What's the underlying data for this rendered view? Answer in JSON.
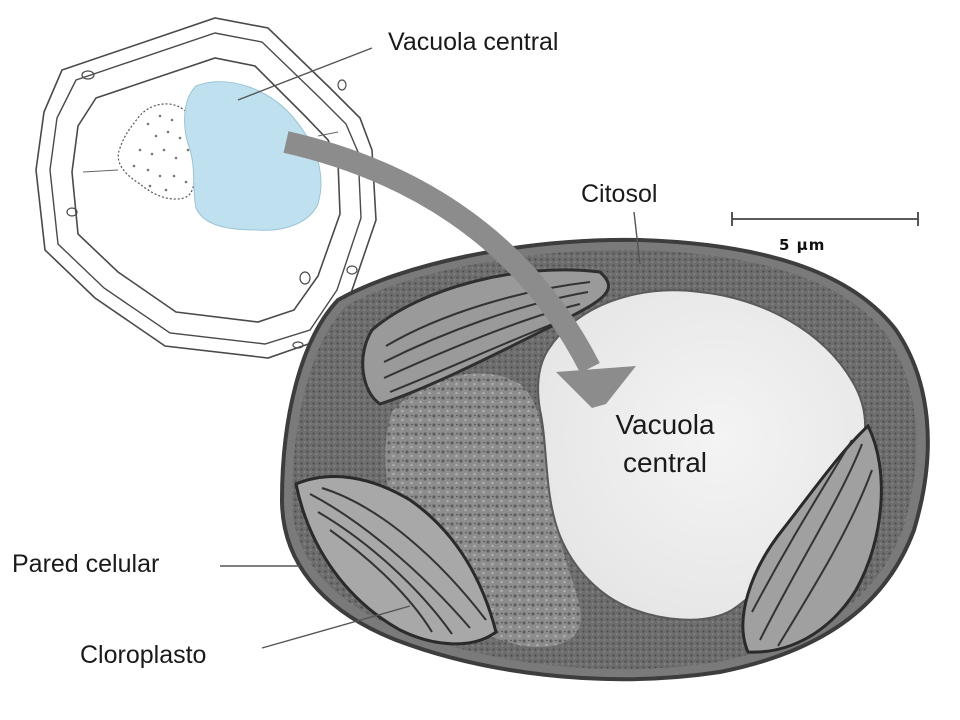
{
  "labels": {
    "vacuola_central_top": "Vacuola central",
    "citosol": "Citosol",
    "vacuola_central_inner_line1": "Vacuola",
    "vacuola_central_inner_line2": "central",
    "pared_celular": "Pared celular",
    "cloroplasto": "Cloroplasto"
  },
  "scale_bar": {
    "label": "5 µm"
  },
  "colors": {
    "vacuole_fill": "#bfe1ef",
    "arrow": "#8c8c8c",
    "micrograph_dark": "#5a5a5a",
    "micrograph_light": "#ededed",
    "leader_lines": "#555555"
  }
}
